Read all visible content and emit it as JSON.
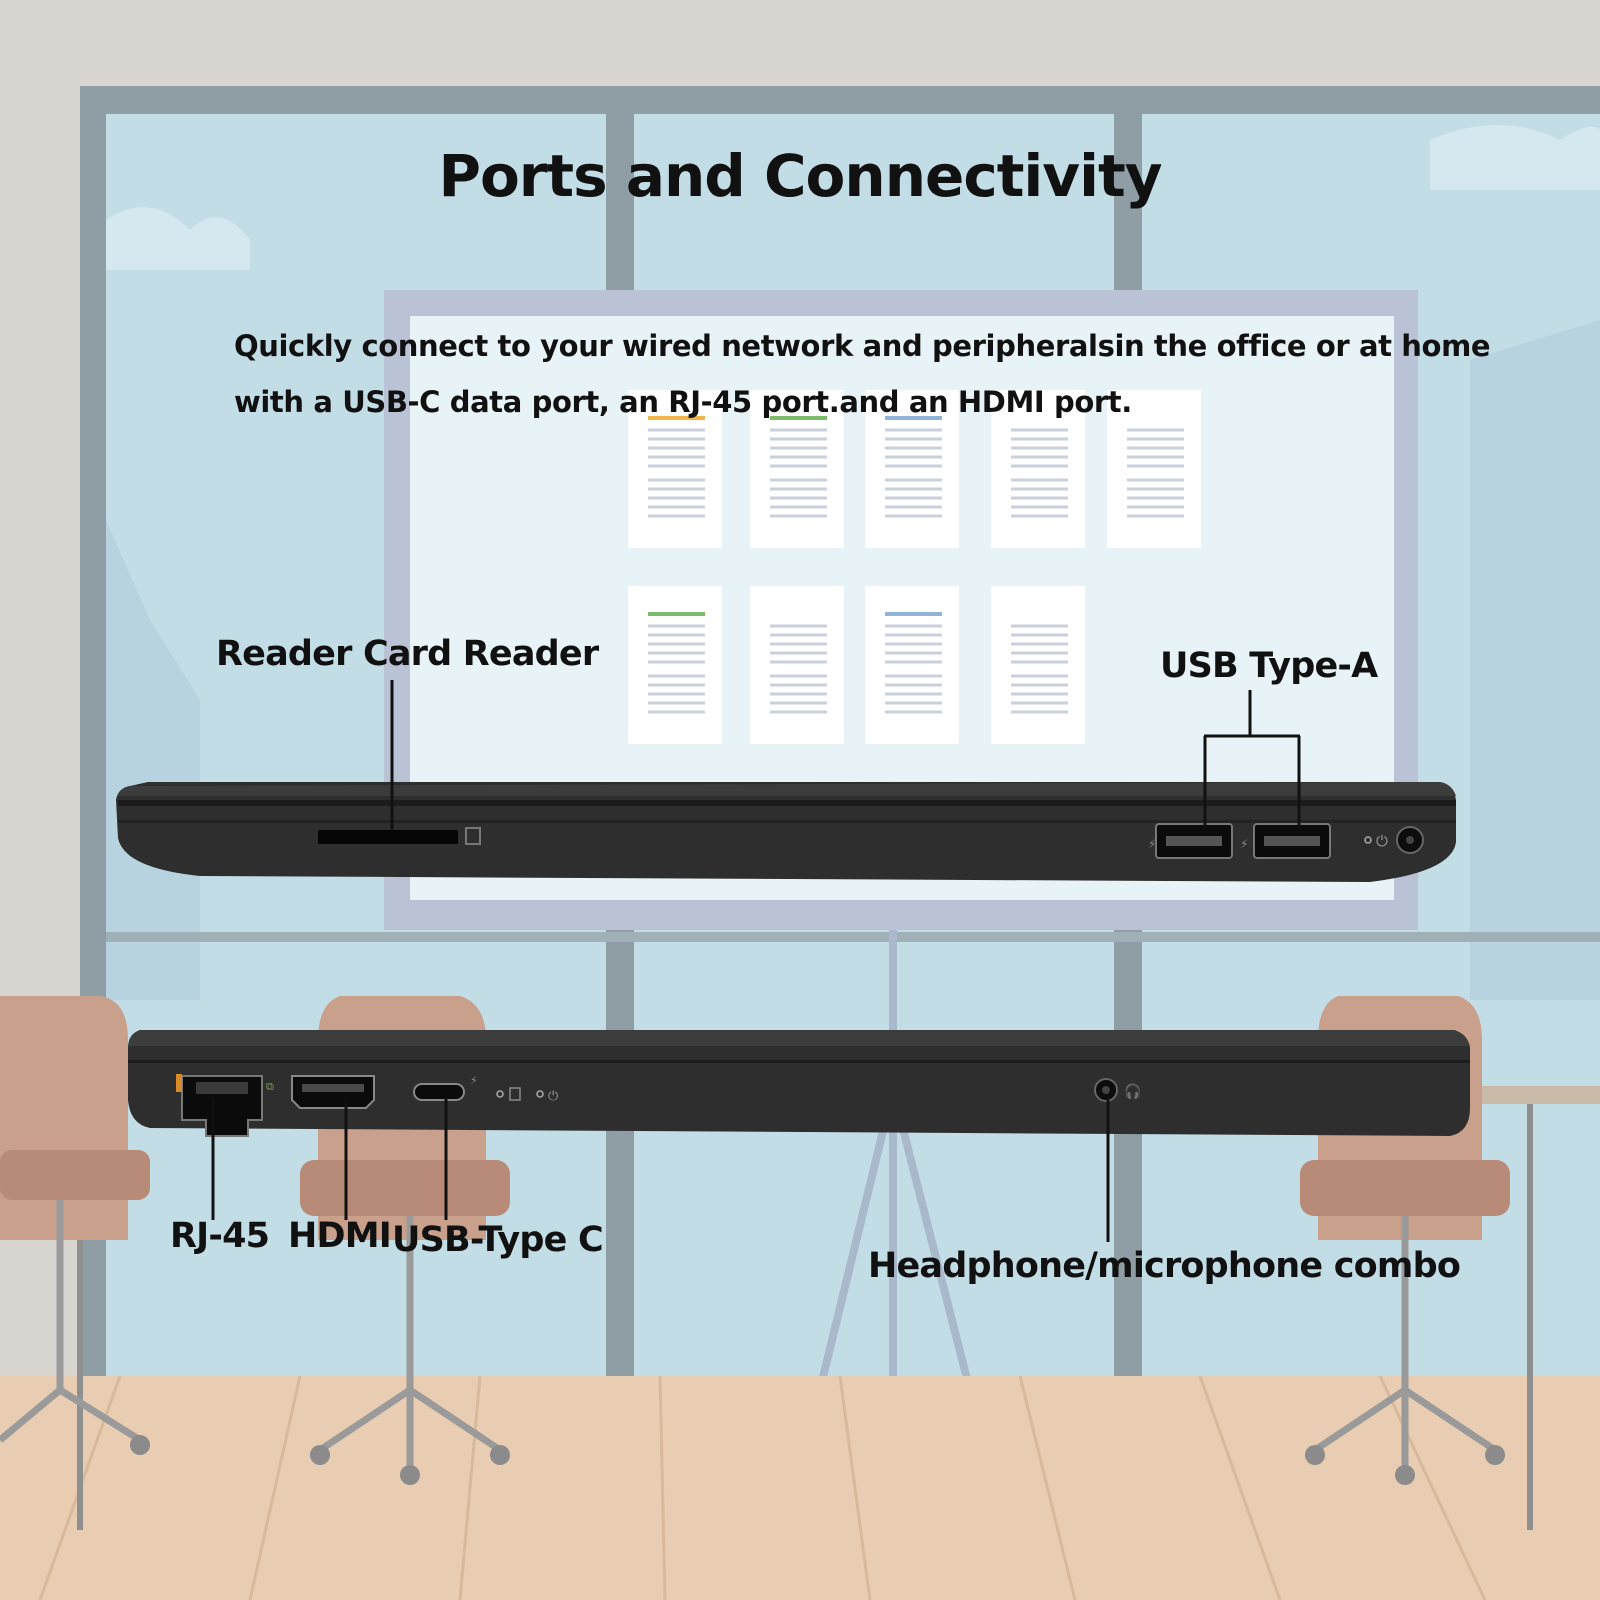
{
  "heading": "Ports and Connectivity",
  "intro": {
    "line1": "Quickly connect to your wired network and peripheralsin the office or at home",
    "line2": "with a USB-C data port, an RJ-45 port.and an HDMI port."
  },
  "callouts": {
    "card_reader": "Reader Card Reader",
    "usb_type_a": "USB Type-A",
    "rj45": "RJ-45",
    "hdmi": "HDMI",
    "usb_type_c": "USB-Type C",
    "audio_combo": "Headphone/microphone combo"
  },
  "colors": {
    "wall": "#d9d6d2",
    "window_glass": "#c3dde7",
    "window_frame": "#8e9ea4",
    "screen_frame": "#b9c3d5",
    "floor": "#e8cdb2",
    "chair": "#c9a08c",
    "laptop_body": "#2e2e2e",
    "text": "#111111"
  },
  "icons": [
    "usb-symbol-icon",
    "sd-card-icon",
    "power-led-icon",
    "headphone-icon",
    "ethernet-icon"
  ]
}
